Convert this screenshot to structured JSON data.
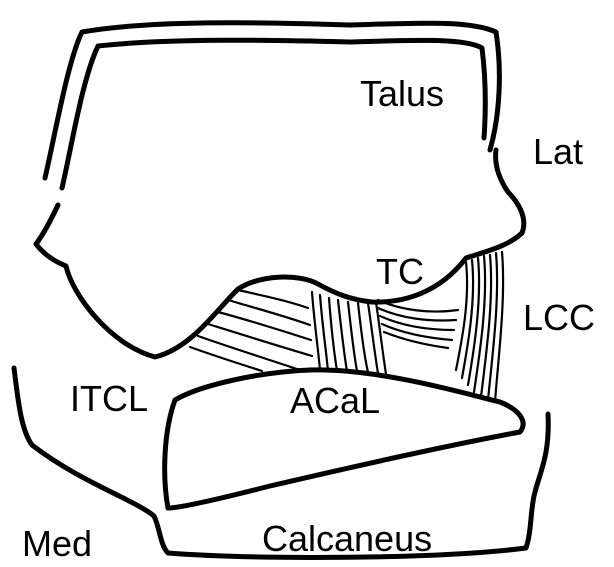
{
  "labels": {
    "talus": "Talus",
    "lateral": "Lat",
    "tc": "TC",
    "lcc": "LCC",
    "itcl": "ITCL",
    "acal": "ACaL",
    "medial": "Med",
    "calcaneus": "Calcaneus"
  },
  "colors": {
    "line": "#000000",
    "background": "#ffffff"
  }
}
